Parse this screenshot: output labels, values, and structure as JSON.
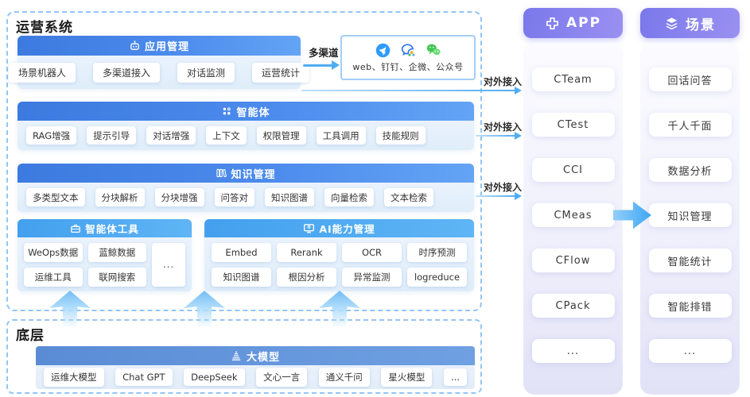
{
  "colors": {
    "primary_blue": "#3C7ADF",
    "light_blue": "#4FACF0",
    "muted_blue": "#5A8CD6",
    "purple": "#7A78EB",
    "arrow_blue": "#52ADF2",
    "dashed_border": "#93C5F6"
  },
  "main": {
    "title": "运营系统",
    "app_mgmt": {
      "title": "应用管理",
      "items": [
        "场景机器人",
        "多渠道接入",
        "对话监测",
        "运营统计"
      ]
    },
    "agent": {
      "title": "智能体",
      "items": [
        "RAG增强",
        "提示引导",
        "对话增强",
        "上下文",
        "权限管理",
        "工具调用",
        "技能规则"
      ]
    },
    "knowledge": {
      "title": "知识管理",
      "items": [
        "多类型文本",
        "分块解析",
        "分块增强",
        "问答对",
        "知识图谱",
        "向量检索",
        "文本检索"
      ]
    },
    "agent_tools": {
      "title": "智能体工具",
      "items": [
        "WeOps数据",
        "蓝鲸数据",
        "运维工具",
        "联网搜索"
      ],
      "more": "..."
    },
    "ai_ability": {
      "title": "AI能力管理",
      "items": [
        "Embed",
        "Rerank",
        "OCR",
        "时序预测",
        "知识图谱",
        "根因分析",
        "异常监测",
        "logreduce"
      ]
    },
    "channel": {
      "label": "多渠道",
      "caption": "web、钉钉、企微、公众号"
    }
  },
  "base": {
    "title": "底层",
    "model": {
      "title": "大模型",
      "items": [
        "运维大模型",
        "Chat GPT",
        "DeepSeek",
        "文心一言",
        "通义千问",
        "星火模型",
        "..."
      ]
    }
  },
  "connections": {
    "external_label": "对外接入"
  },
  "app_column": {
    "title": "APP",
    "items": [
      "CTeam",
      "CTest",
      "CCI",
      "CMeas",
      "CFlow",
      "CPack",
      "..."
    ]
  },
  "scene_column": {
    "title": "场景",
    "items": [
      "回话问答",
      "千人千面",
      "数据分析",
      "知识管理",
      "智能统计",
      "智能排错",
      "..."
    ]
  },
  "icons": {
    "app_mgmt": "robot-icon",
    "agent": "grid-dots-icon",
    "knowledge": "books-icon",
    "agent_tools": "toolbox-icon",
    "ai_ability": "monitor-icon",
    "model": "stack-icon",
    "app": "plus-cross-icon",
    "scene": "layers-icon",
    "channels": [
      "dingtalk-icon",
      "wecom-icon",
      "wechat-icon"
    ]
  }
}
